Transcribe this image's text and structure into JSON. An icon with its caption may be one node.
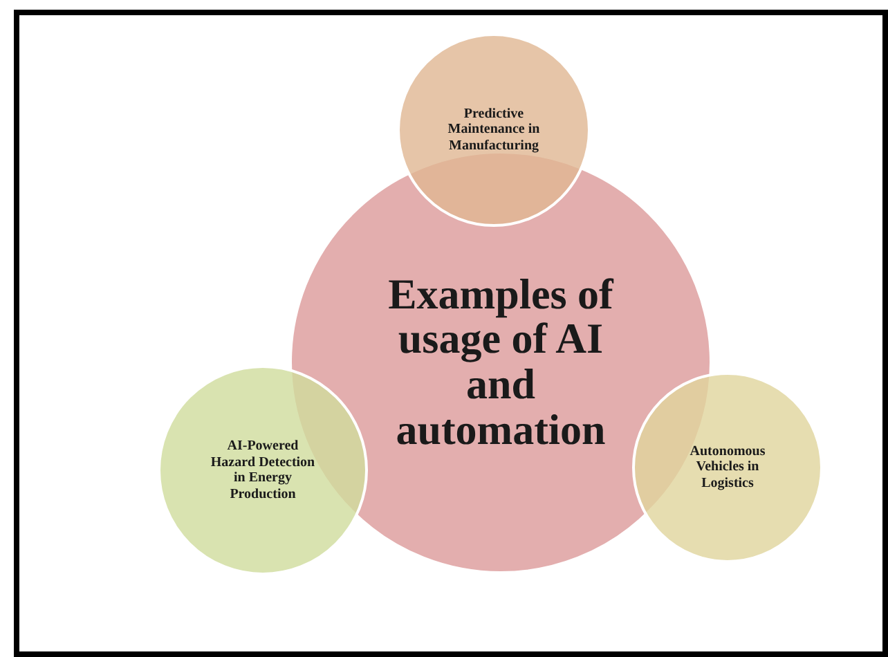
{
  "diagram": {
    "nodes": [
      {
        "text": [
          "Examples of usage of AI and automation"
        ]
      },
      {
        "text": [
          "Predictive Maintenance in Manufacturing"
        ]
      },
      {
        "text": [
          "AI-Powered Hazard Detection in Energy Production"
        ]
      },
      {
        "text": [
          "Autonomous Vehicles in Logistics"
        ]
      }
    ]
  }
}
